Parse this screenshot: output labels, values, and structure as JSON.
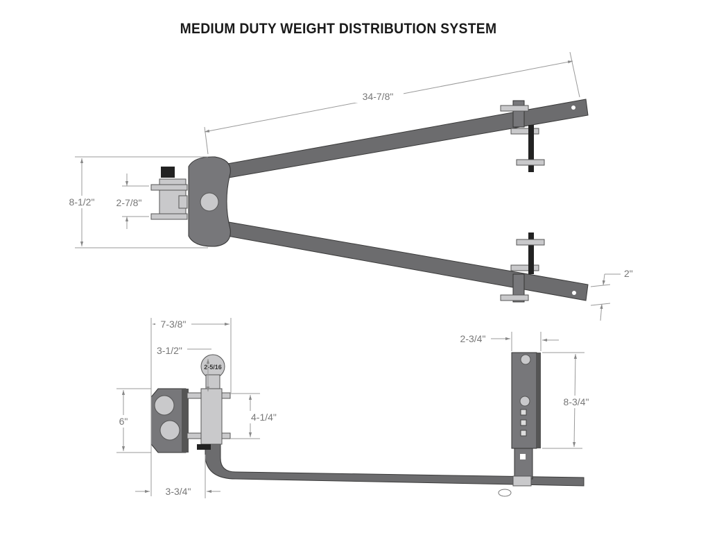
{
  "title": "MEDIUM DUTY WEIGHT DISTRIBUTION SYSTEM",
  "top_view": {
    "dimensions": {
      "bar_length": "34-7/8\"",
      "head_height": "8-1/2\"",
      "shank_height": "2-7/8\"",
      "bar_width": "2\""
    }
  },
  "side_view": {
    "ball_marking": "2-5/16",
    "dimensions": {
      "overall_width": "7-3/8\"",
      "ball_height": "3-1/2\"",
      "plate_height": "6\"",
      "ball_mount_height": "4-1/4\"",
      "plate_width": "3-3/4\"",
      "bracket_width": "2-3/4\"",
      "bracket_height": "8-3/4\""
    }
  }
}
